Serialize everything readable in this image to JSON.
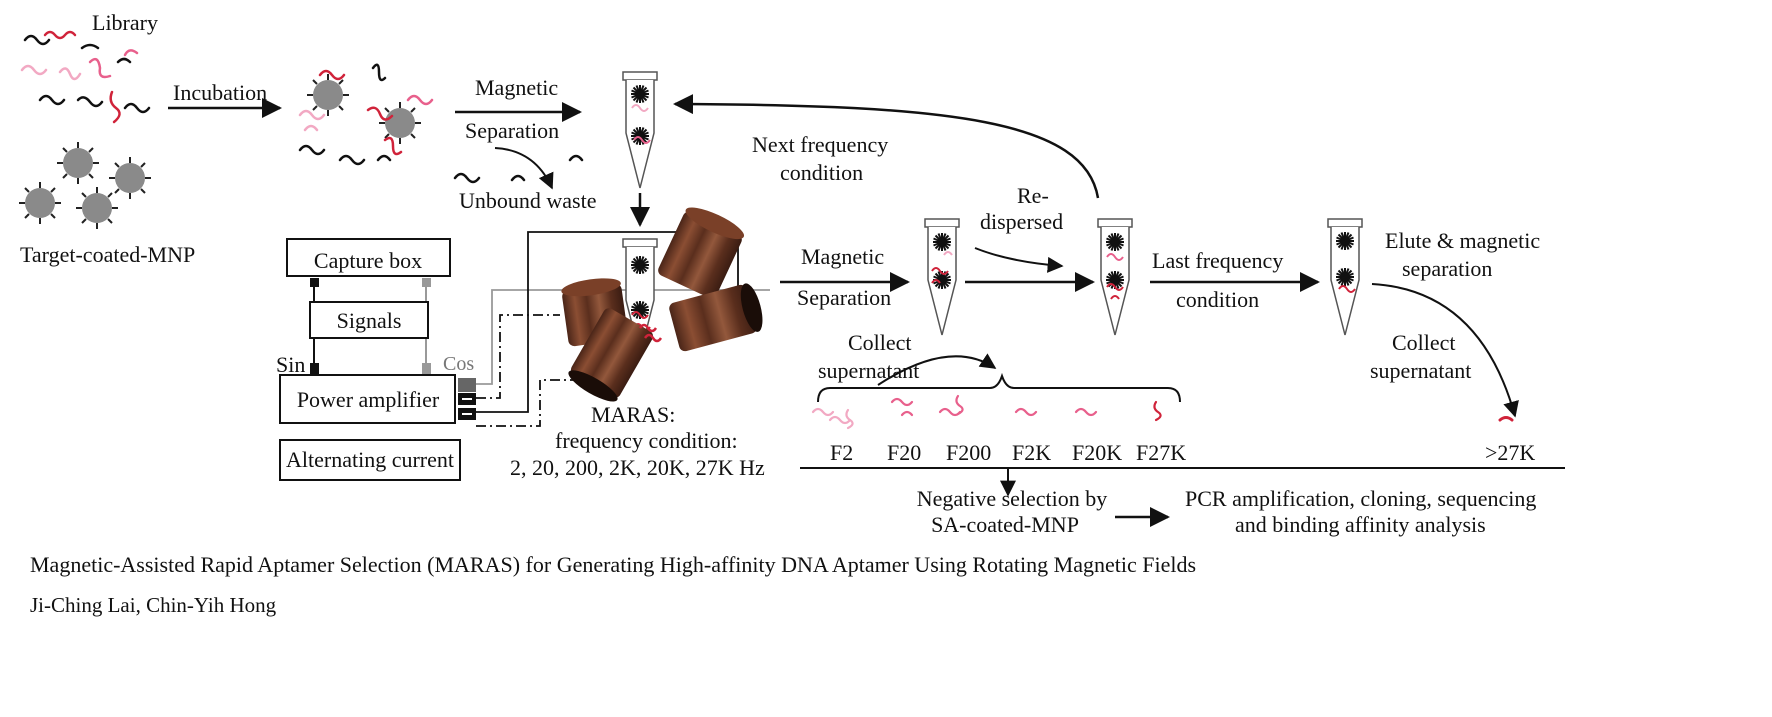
{
  "labels": {
    "library": "Library",
    "incubation": "Incubation",
    "target_mnp": "Target-coated-MNP",
    "magnetic_1": "Magnetic",
    "separation_1": "Separation",
    "unbound_waste": "Unbound waste",
    "next_freq_1": "Next frequency",
    "next_freq_2": "condition",
    "re_dispersed_1": "Re-",
    "re_dispersed_2": "dispersed",
    "magnetic_2": "Magnetic",
    "separation_2": "Separation",
    "last_freq_1": "Last frequency",
    "last_freq_2": "condition",
    "elute_1": "Elute & magnetic",
    "elute_2": "separation",
    "collect_1a": "Collect",
    "collect_1b": "supernatant",
    "collect_2a": "Collect",
    "collect_2b": "supernatant",
    "maras_1": "MARAS:",
    "maras_2": "frequency condition:",
    "maras_3": "2, 20, 200, 2K, 20K, 27K Hz",
    "neg_sel_1": "Negative selection by",
    "neg_sel_2": "SA-coated-MNP",
    "pcr_1": "PCR amplification, cloning,  sequencing",
    "pcr_2": "and binding affinity analysis"
  },
  "circuit": {
    "capture_box": "Capture box",
    "signals": "Signals",
    "power_amplifier": "Power amplifier",
    "alternating_current": "Alternating current",
    "sin": "Sin",
    "cos": "Cos"
  },
  "fractions": [
    "F2",
    "F20",
    "F200",
    "F2K",
    "F20K",
    "F27K",
    ">27K"
  ],
  "caption": {
    "title": "Magnetic-Assisted Rapid Aptamer Selection (MARAS)  for Generating High-affinity DNA  Aptamer Using  Rotating Magnetic Fields",
    "authors": "Ji-Ching Lai, Chin-Yih Hong"
  },
  "colors": {
    "mnp": "#8a8a8a",
    "strand_red": "#d0233a",
    "strand_pink": "#e8608c",
    "strand_lightpink": "#f2a9c3",
    "strand_black": "#111111",
    "magnet": "#6b3a26"
  }
}
